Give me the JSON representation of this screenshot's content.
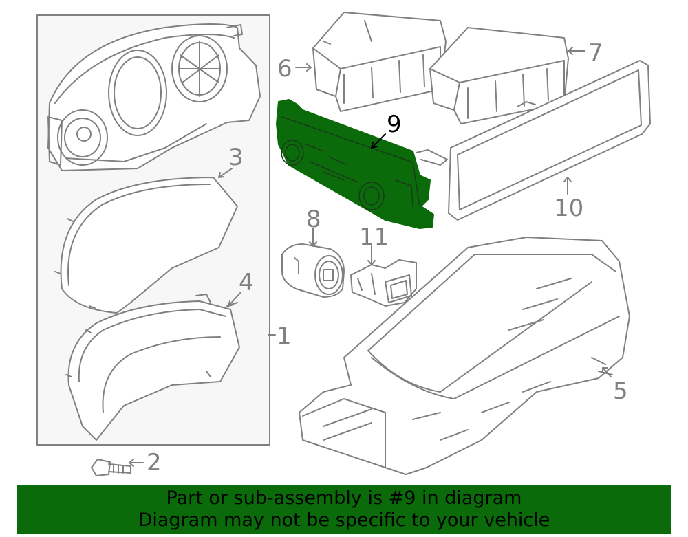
{
  "callouts": {
    "c1": "1",
    "c2": "2",
    "c3": "3",
    "c4": "4",
    "c5": "5",
    "c6": "6",
    "c7": "7",
    "c8": "8",
    "c9": "9",
    "c10": "10",
    "c11": "11"
  },
  "highlighted_part": "9",
  "colors": {
    "highlight": "#0b6b0b",
    "line": "#808080",
    "panel": "#f7f7f7"
  },
  "banner": {
    "line1": "Part or sub-assembly is #9 in diagram",
    "line2": "Diagram may not be specific to your vehicle"
  }
}
